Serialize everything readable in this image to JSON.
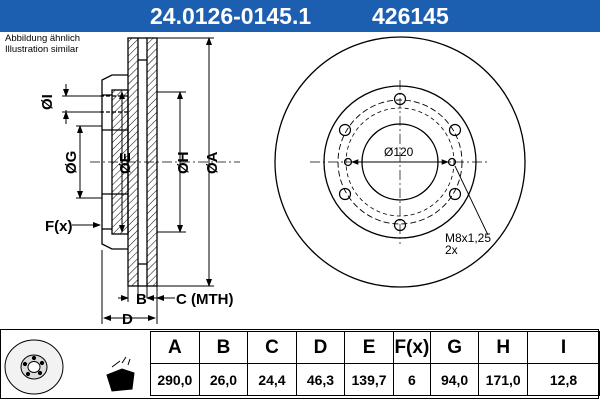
{
  "header": {
    "part_number": "24.0126-0145.1",
    "ref_number": "426145"
  },
  "note": {
    "line1": "Abbildung ähnlich",
    "line2": "Illustration similar"
  },
  "drawing": {
    "dim_labels": {
      "I": "ØI",
      "G": "ØG",
      "E": "ØE",
      "H": "ØH",
      "A": "ØA",
      "F": "F(x)",
      "B": "B",
      "C": "C (MTH)",
      "D": "D"
    },
    "pcd_label": "Ø120",
    "thread_label_1": "M8x1,25",
    "thread_label_2": "2x"
  },
  "specs": {
    "headers": [
      "A",
      "B",
      "C",
      "D",
      "E",
      "F(x)",
      "G",
      "H",
      "I"
    ],
    "values": [
      "290,0",
      "26,0",
      "24,4",
      "46,3",
      "139,7",
      "6",
      "94,0",
      "171,0",
      "12,8"
    ]
  },
  "colors": {
    "header_bg": "#1c5fb0",
    "header_text": "#ffffff",
    "line": "#000000"
  }
}
